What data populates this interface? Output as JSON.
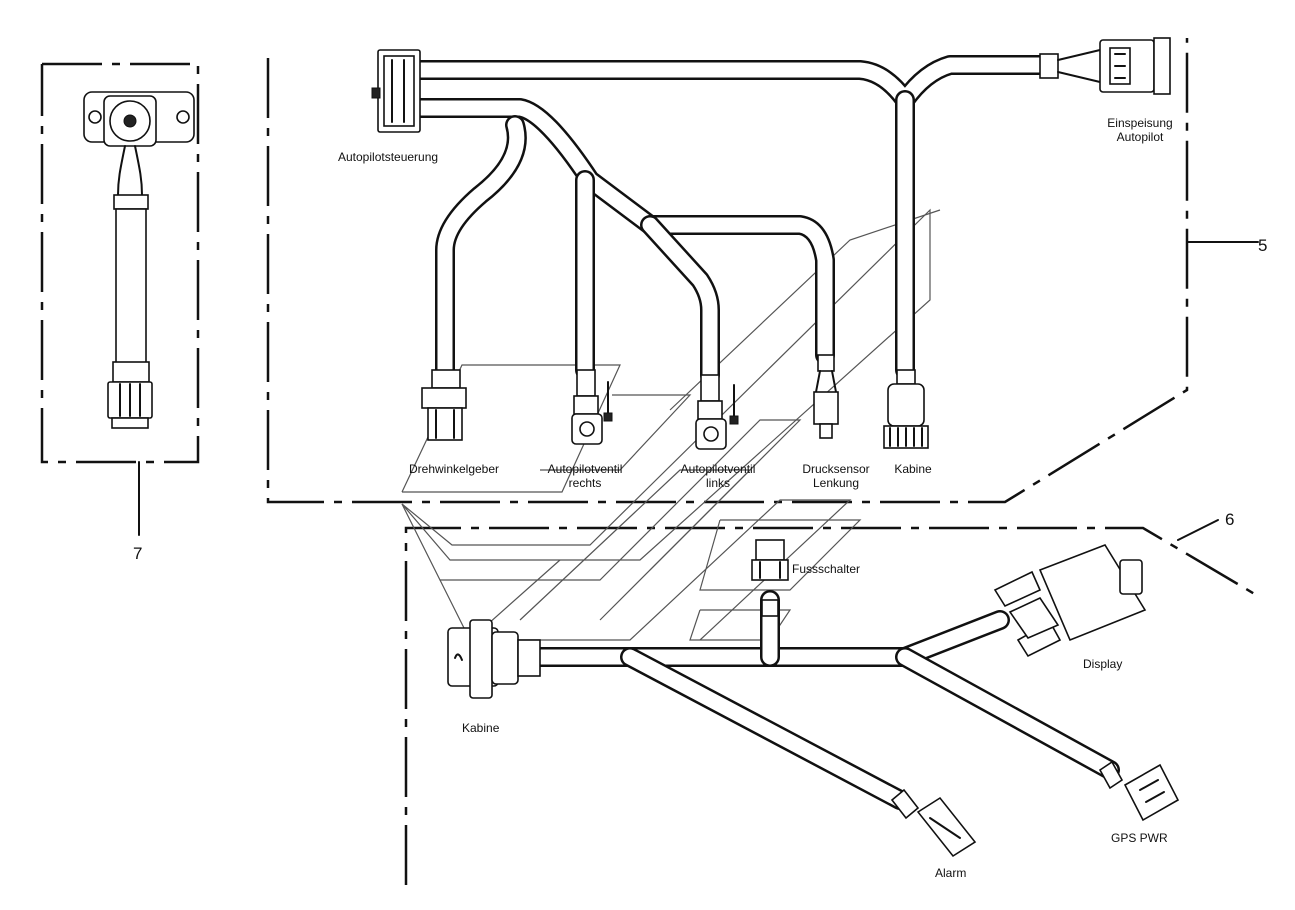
{
  "labels": {
    "autopilotsteuerung": "Autopilotsteuerung",
    "einspeisung_line1": "Einspeisung",
    "einspeisung_line2": "Autopilot",
    "drehwinkelgeber": "Drehwinkelgeber",
    "autopilotventil_rechts_line1": "Autopilotventil",
    "autopilotventil_rechts_line2": "rechts",
    "autopilotventil_links_line1": "Autopilotventil",
    "autopilotventil_links_line2": "links",
    "drucksensor_line1": "Drucksensor",
    "drucksensor_line2": "Lenkung",
    "kabine_upper": "Kabine",
    "fussschalter": "Fussschalter",
    "display": "Display",
    "kabine_lower": "Kabine",
    "gps_pwr": "GPS PWR",
    "alarm": "Alarm"
  },
  "callouts": {
    "five": "5",
    "six": "6",
    "seven": "7"
  }
}
